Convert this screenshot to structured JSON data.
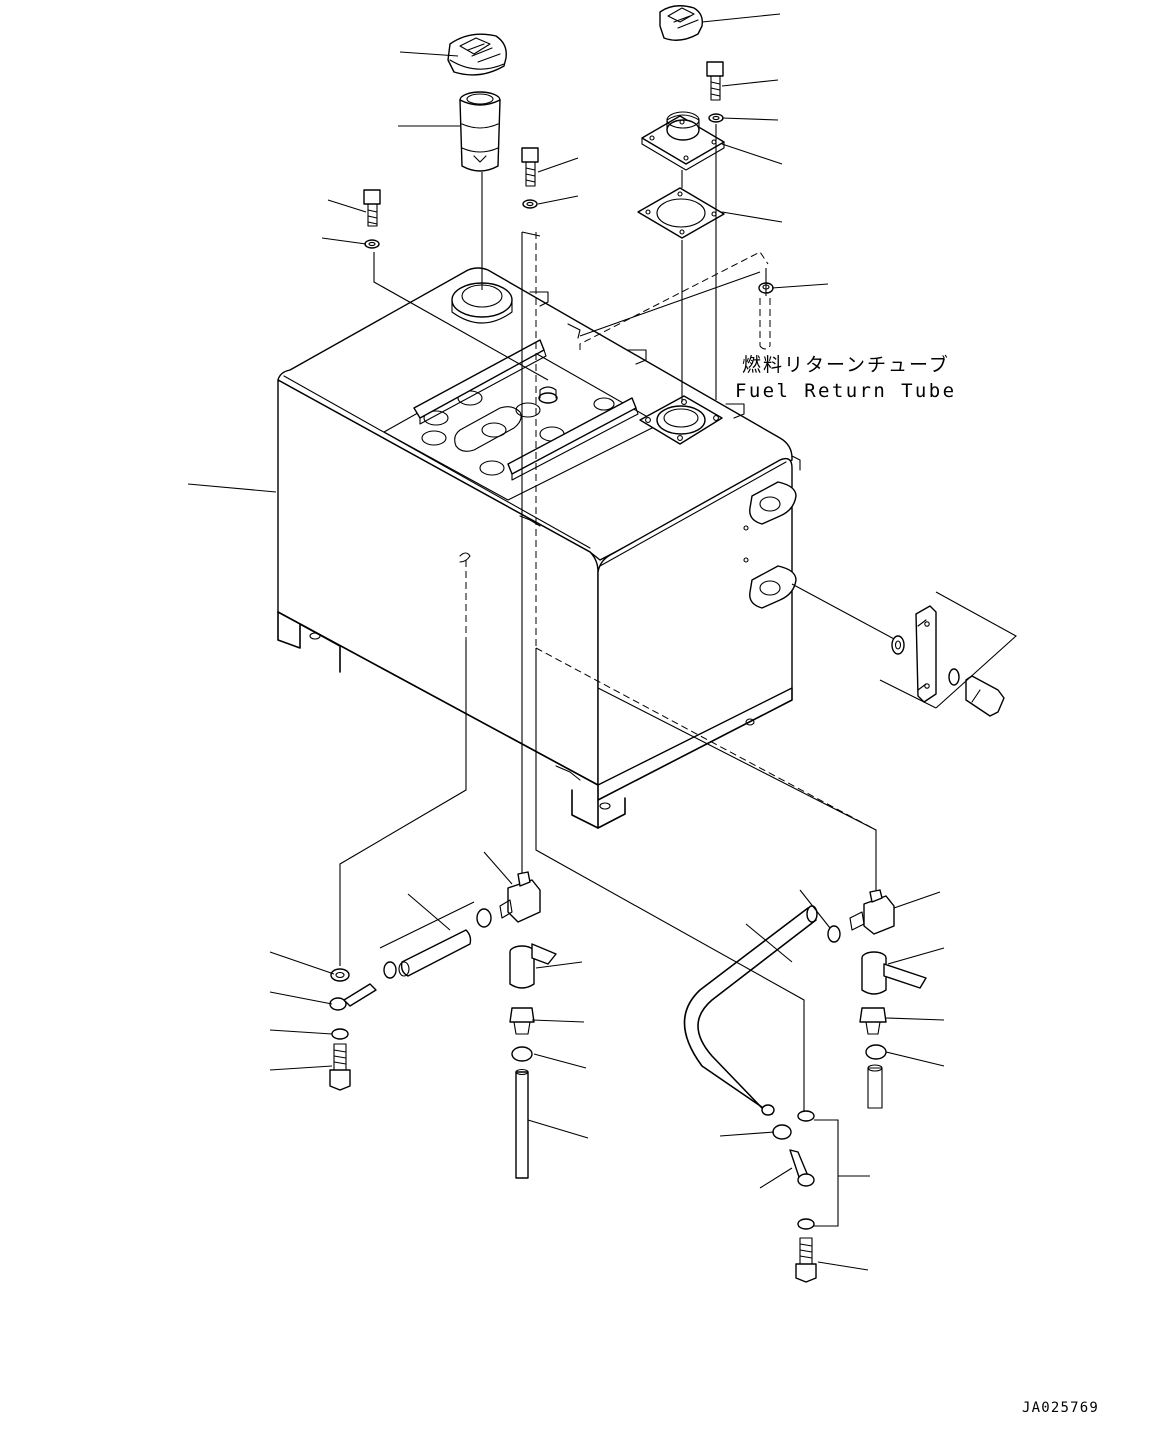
{
  "labels": {
    "fuel_return_tube_jp": "燃料リターンチューブ",
    "fuel_return_tube_en": "Fuel Return Tube",
    "drawing_code": "JA025769"
  }
}
